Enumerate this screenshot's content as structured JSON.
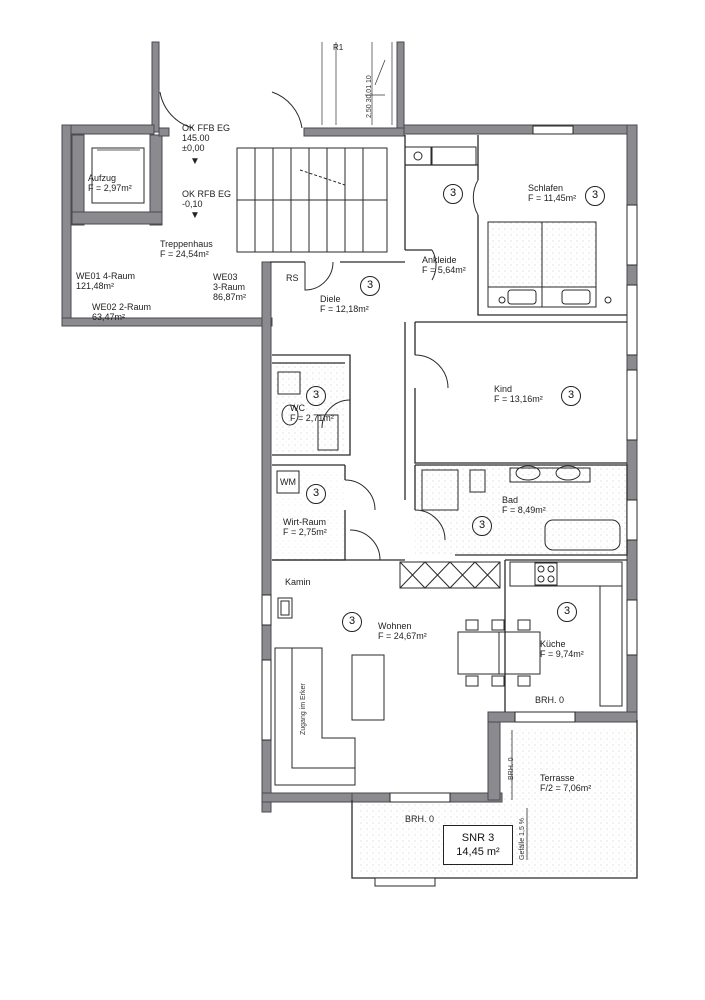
{
  "rooms": {
    "aufzug": {
      "name": "Aufzug",
      "area": "F = 2,97m²"
    },
    "treppenhaus": {
      "name": "Treppenhaus",
      "area": "F = 24,54m²"
    },
    "ok_ffb_eg_top": {
      "line1": "OK FFB EG",
      "line2": "145.00",
      "line3": "±0,00"
    },
    "ok_rfb_eg": {
      "line1": "OK RFB EG",
      "line2": "-0,10"
    },
    "we01": {
      "line1": "WE01 4-Raum",
      "line2": "121,48m²"
    },
    "we02": {
      "line1": "WE02 2-Raum",
      "line2": "63,47m²"
    },
    "we03": {
      "line1": "WE03",
      "line2": "3-Raum",
      "line3": "86,87m²"
    },
    "ankleide": {
      "name": "Ankleide",
      "area": "F = 5,64m²"
    },
    "schlafen": {
      "name": "Schlafen",
      "area": "F = 11,45m²"
    },
    "rs": "RS",
    "diele": {
      "name": "Diele",
      "area": "F = 12,18m²"
    },
    "kind": {
      "name": "Kind",
      "area": "F = 13,16m²"
    },
    "wc": {
      "name": "WC",
      "area": "F = 2,71m²"
    },
    "wm": "WM",
    "hwr": {
      "name": "Wirt-Raum",
      "area": "F = 2,75m²"
    },
    "bad": {
      "name": "Bad",
      "area": "F = 8,49m²"
    },
    "kamin": "Kamin",
    "wohnen": {
      "name": "Wohnen",
      "area": "F = 24,67m²"
    },
    "kueche": {
      "name": "Küche",
      "area": "F = 9,74m²"
    },
    "brh_kueche": "BRH. 0",
    "terrasse": {
      "name": "Terrasse",
      "area": "F/2 = 7,06m²"
    },
    "brh_terrasse_side": "BRH. 0",
    "brh_bottom": "BRH. 0",
    "sofa_note": "Zugang im Erker",
    "entwaesserung": "Gefälle 1,5 %"
  },
  "circle_number": "3",
  "snr": {
    "line1": "SNR 3",
    "line2": "14,45 m²"
  },
  "top_marks": {
    "r1": "R1",
    "dim": "2,50 30,01 10"
  },
  "colors": {
    "wall": "#8a8a8f",
    "wall_dark": "#5f5f66",
    "line": "#2a2a2a",
    "hatch": "#bdbdbd"
  }
}
